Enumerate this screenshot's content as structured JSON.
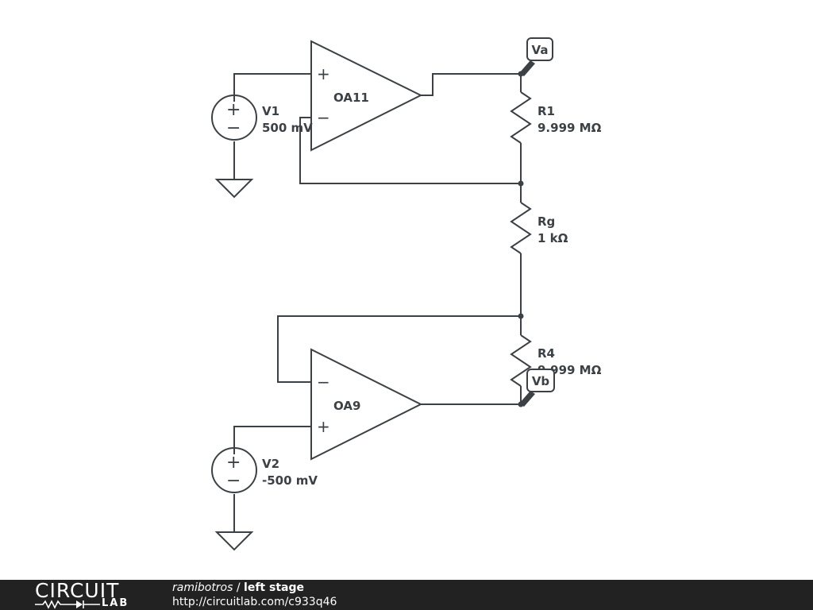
{
  "schematic": {
    "opamp_top": {
      "name": "OA11",
      "plus": "+",
      "minus": "−"
    },
    "opamp_bottom": {
      "name": "OA9",
      "plus": "+",
      "minus": "−"
    },
    "source_v1": {
      "name": "V1",
      "value": "500 mV",
      "plus": "+",
      "minus": "−"
    },
    "source_v2": {
      "name": "V2",
      "value": "-500 mV",
      "plus": "+",
      "minus": "−"
    },
    "resistor_r1": {
      "name": "R1",
      "value": "9.999 MΩ"
    },
    "resistor_rg": {
      "name": "Rg",
      "value": "1 kΩ"
    },
    "resistor_r4": {
      "name": "R4",
      "value": "9.999 MΩ"
    },
    "probe_va": {
      "label": "Va"
    },
    "probe_vb": {
      "label": "Vb"
    }
  },
  "footer": {
    "logo_word": "CIRCUIT",
    "logo_sub": "LAB",
    "author": "ramibotros",
    "separator": " / ",
    "title": "left stage",
    "url": "http://circuitlab.com/c933q46"
  },
  "colors": {
    "ink": "#3c4146",
    "footer_bg": "#222222"
  }
}
